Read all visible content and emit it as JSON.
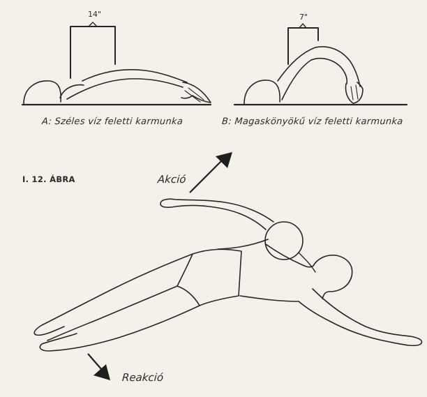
{
  "figure_label": "I. 12. ÁBRA",
  "panel_a": {
    "dimension": "14\"",
    "caption": "A: Széles víz feletti karmunka"
  },
  "panel_b": {
    "dimension": "7\"",
    "caption": "B: Magaskönyökű víz feletti karmunka"
  },
  "main": {
    "action_label": "Akció",
    "reaction_label": "Reakció"
  }
}
